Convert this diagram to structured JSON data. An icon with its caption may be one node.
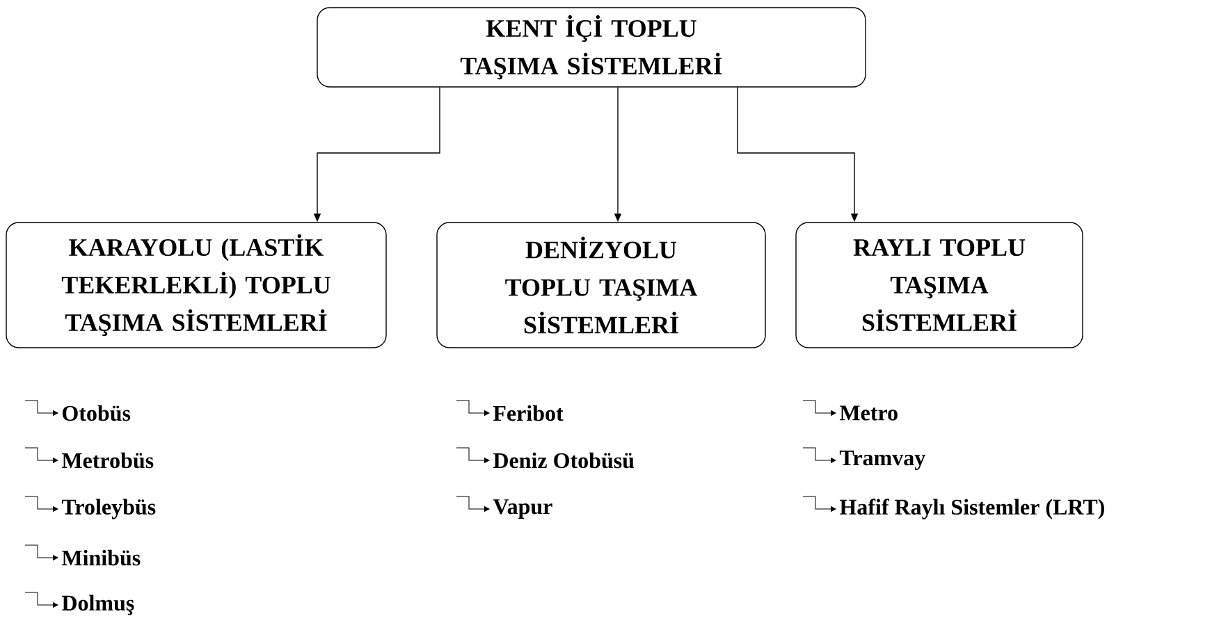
{
  "diagram": {
    "nodes": [
      {
        "text": [
          "KENT İÇİ TOPLU TAŞIMA SİSTEMLERİ"
        ]
      },
      {
        "text": [
          "KARAYOLU (LASTİK TEKERLEKLİ) TOPLU TAŞIMA SİSTEMLERİ"
        ]
      },
      {
        "text": [
          "DENİZYOLU TOPLU TAŞIMA SİSTEMLERİ"
        ]
      },
      {
        "text": [
          "RAYLI TOPLU TAŞIMA SİSTEMLERİ"
        ]
      },
      {
        "text": [
          "Otobüs"
        ]
      },
      {
        "text": [
          "Metrobüs"
        ]
      },
      {
        "text": [
          "Troleybüs"
        ]
      },
      {
        "text": [
          "Minibüs"
        ]
      },
      {
        "text": [
          "Dolmuş"
        ]
      },
      {
        "text": [
          "Feribot"
        ]
      },
      {
        "text": [
          "Deniz Otobüsü"
        ]
      },
      {
        "text": [
          "Vapur"
        ]
      },
      {
        "text": [
          "Metro"
        ]
      },
      {
        "text": [
          "Tramvay"
        ]
      },
      {
        "text": [
          "Hafif Raylı Sistemler (LRT)"
        ]
      }
    ],
    "edges": [
      {
        "from": 0,
        "to": 1,
        "arrow": "to"
      },
      {
        "from": 0,
        "to": 2,
        "arrow": "to"
      },
      {
        "from": 0,
        "to": 3,
        "arrow": "to"
      },
      {
        "from": null,
        "to": 4,
        "arrow": "to"
      },
      {
        "from": null,
        "to": 5,
        "arrow": "to"
      },
      {
        "from": null,
        "to": 6,
        "arrow": "to"
      },
      {
        "from": null,
        "to": 7,
        "arrow": "to"
      },
      {
        "from": null,
        "to": 8,
        "arrow": "to"
      },
      {
        "from": null,
        "to": 9,
        "arrow": "to"
      },
      {
        "from": null,
        "to": 10,
        "arrow": "to"
      },
      {
        "from": null,
        "to": 11,
        "arrow": "to"
      },
      {
        "from": null,
        "to": 12,
        "arrow": "to"
      },
      {
        "from": null,
        "to": 13,
        "arrow": "to"
      },
      {
        "from": null,
        "to": 14,
        "arrow": "to"
      }
    ]
  }
}
